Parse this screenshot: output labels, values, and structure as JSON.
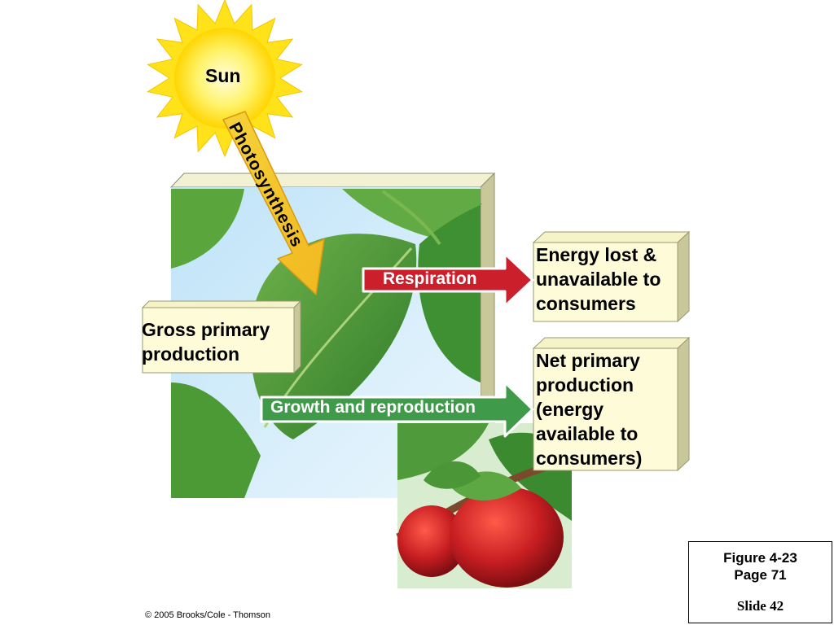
{
  "sun": {
    "label": "Sun"
  },
  "arrows": {
    "photosynthesis": "Photosynthesis",
    "respiration": "Respiration",
    "growth": "Growth and reproduction"
  },
  "boxes": {
    "gross": [
      "Gross primary",
      "production"
    ],
    "lost": [
      "Energy lost &",
      "unavailable to",
      "consumers"
    ],
    "net": [
      "Net primary",
      "production",
      "(energy",
      "available to",
      "consumers)"
    ]
  },
  "figure": {
    "line1": "Figure 4-23",
    "line2": "Page 71",
    "slide": "Slide 42"
  },
  "copyright": "© 2005 Brooks/Cole - Thomson",
  "colors": {
    "sun": "#ffe21a",
    "photosynthesis_arrow": "#f5cc2a",
    "respiration_arrow": "#cc1f2c",
    "growth_arrow": "#3f9b4a",
    "box_fill": "#fdfbd8",
    "box_side": "#c9c89a",
    "leaf": "#4f9a37",
    "apple": "#c81e22"
  }
}
